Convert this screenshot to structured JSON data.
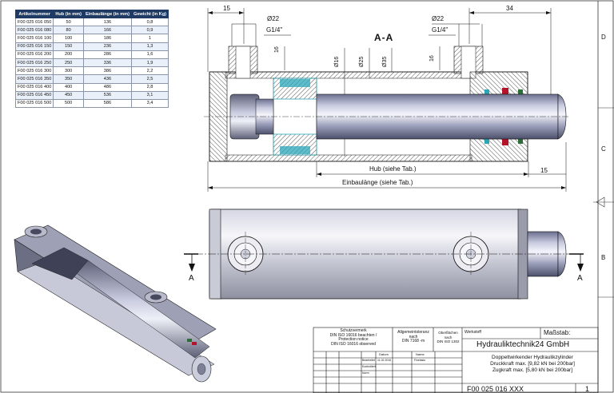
{
  "parts_table": {
    "headers": [
      "Artikelnummer",
      "Hub (in mm)",
      "Einbaulänge (in mm)",
      "Gewicht (in Kg)"
    ],
    "rows": [
      [
        "F00 025 016 050",
        "50",
        "136",
        "0,8"
      ],
      [
        "F00 025 016 080",
        "80",
        "166",
        "0,9"
      ],
      [
        "F00 025 016 100",
        "100",
        "186",
        "1"
      ],
      [
        "F00 025 016 150",
        "150",
        "236",
        "1,3"
      ],
      [
        "F00 025 016 200",
        "200",
        "286",
        "1,6"
      ],
      [
        "F00 025 016 250",
        "250",
        "336",
        "1,9"
      ],
      [
        "F00 025 016 300",
        "300",
        "386",
        "2,2"
      ],
      [
        "F00 025 016 350",
        "350",
        "436",
        "2,5"
      ],
      [
        "F00 025 016 400",
        "400",
        "486",
        "2,8"
      ],
      [
        "F00 025 016 450",
        "450",
        "536",
        "3,1"
      ],
      [
        "F00 025 016 500",
        "500",
        "586",
        "3,4"
      ]
    ]
  },
  "section_view": {
    "label": "A-A",
    "dim_top_left": "15",
    "dim_top_right": "34",
    "port_dia_left": "Ø22",
    "port_thread_left": "G1/4\"",
    "port_dia_right": "Ø22",
    "port_thread_right": "G1/4\"",
    "port_depth_left": "16",
    "port_depth_right": "16",
    "dia_rod": "Ø16",
    "dia_piston": "Ø25",
    "dia_bore": "Ø35",
    "dim_rod_end": "15",
    "hub_label": "Hub (siehe Tab.)",
    "length_label": "Einbaulänge (siehe Tab.)"
  },
  "side_view": {
    "section_mark_left": "A",
    "section_mark_right": "A"
  },
  "border": {
    "row_labels": [
      "D",
      "C",
      "B"
    ]
  },
  "title_block": {
    "protection_notice": "Schutzvermerk\nDIN ISO 16016 beachten /\nProtection notice\nDIN ISO 16016 observed",
    "general_tolerance": "Allgemeintoleranz\nnach\nDIN 7168 -m",
    "surface": "Oberflächen\nnach\nDIN ISO 1302",
    "material_label": "Werkstoff",
    "scale_label": "Maßstab:",
    "company": "Hydrauliktechnik24 GmbH",
    "date_header": "Datum",
    "name_header": "Name",
    "row_labels": [
      "Bearbeitet",
      "Kontrolliert",
      "Norm"
    ],
    "edited_date": "11.02.2016",
    "edited_name": "Finelasto",
    "description_1": "Doppeltwirkender Hydraulikzylinder",
    "description_2": "Druckkraft max. [9,82 kN bei 200bar]",
    "description_3": "Zugkraft max. [5,80 kN bei 200bar]",
    "drawing_number": "F00 025 016 XXX",
    "sheet_number": "1"
  },
  "colors": {
    "table_header": "#1f3a63",
    "hatch": "#5a5a5a",
    "cyan_part": "#2aa6b8",
    "red_seal": "#b3142c",
    "steel": "#b7b9c8"
  }
}
